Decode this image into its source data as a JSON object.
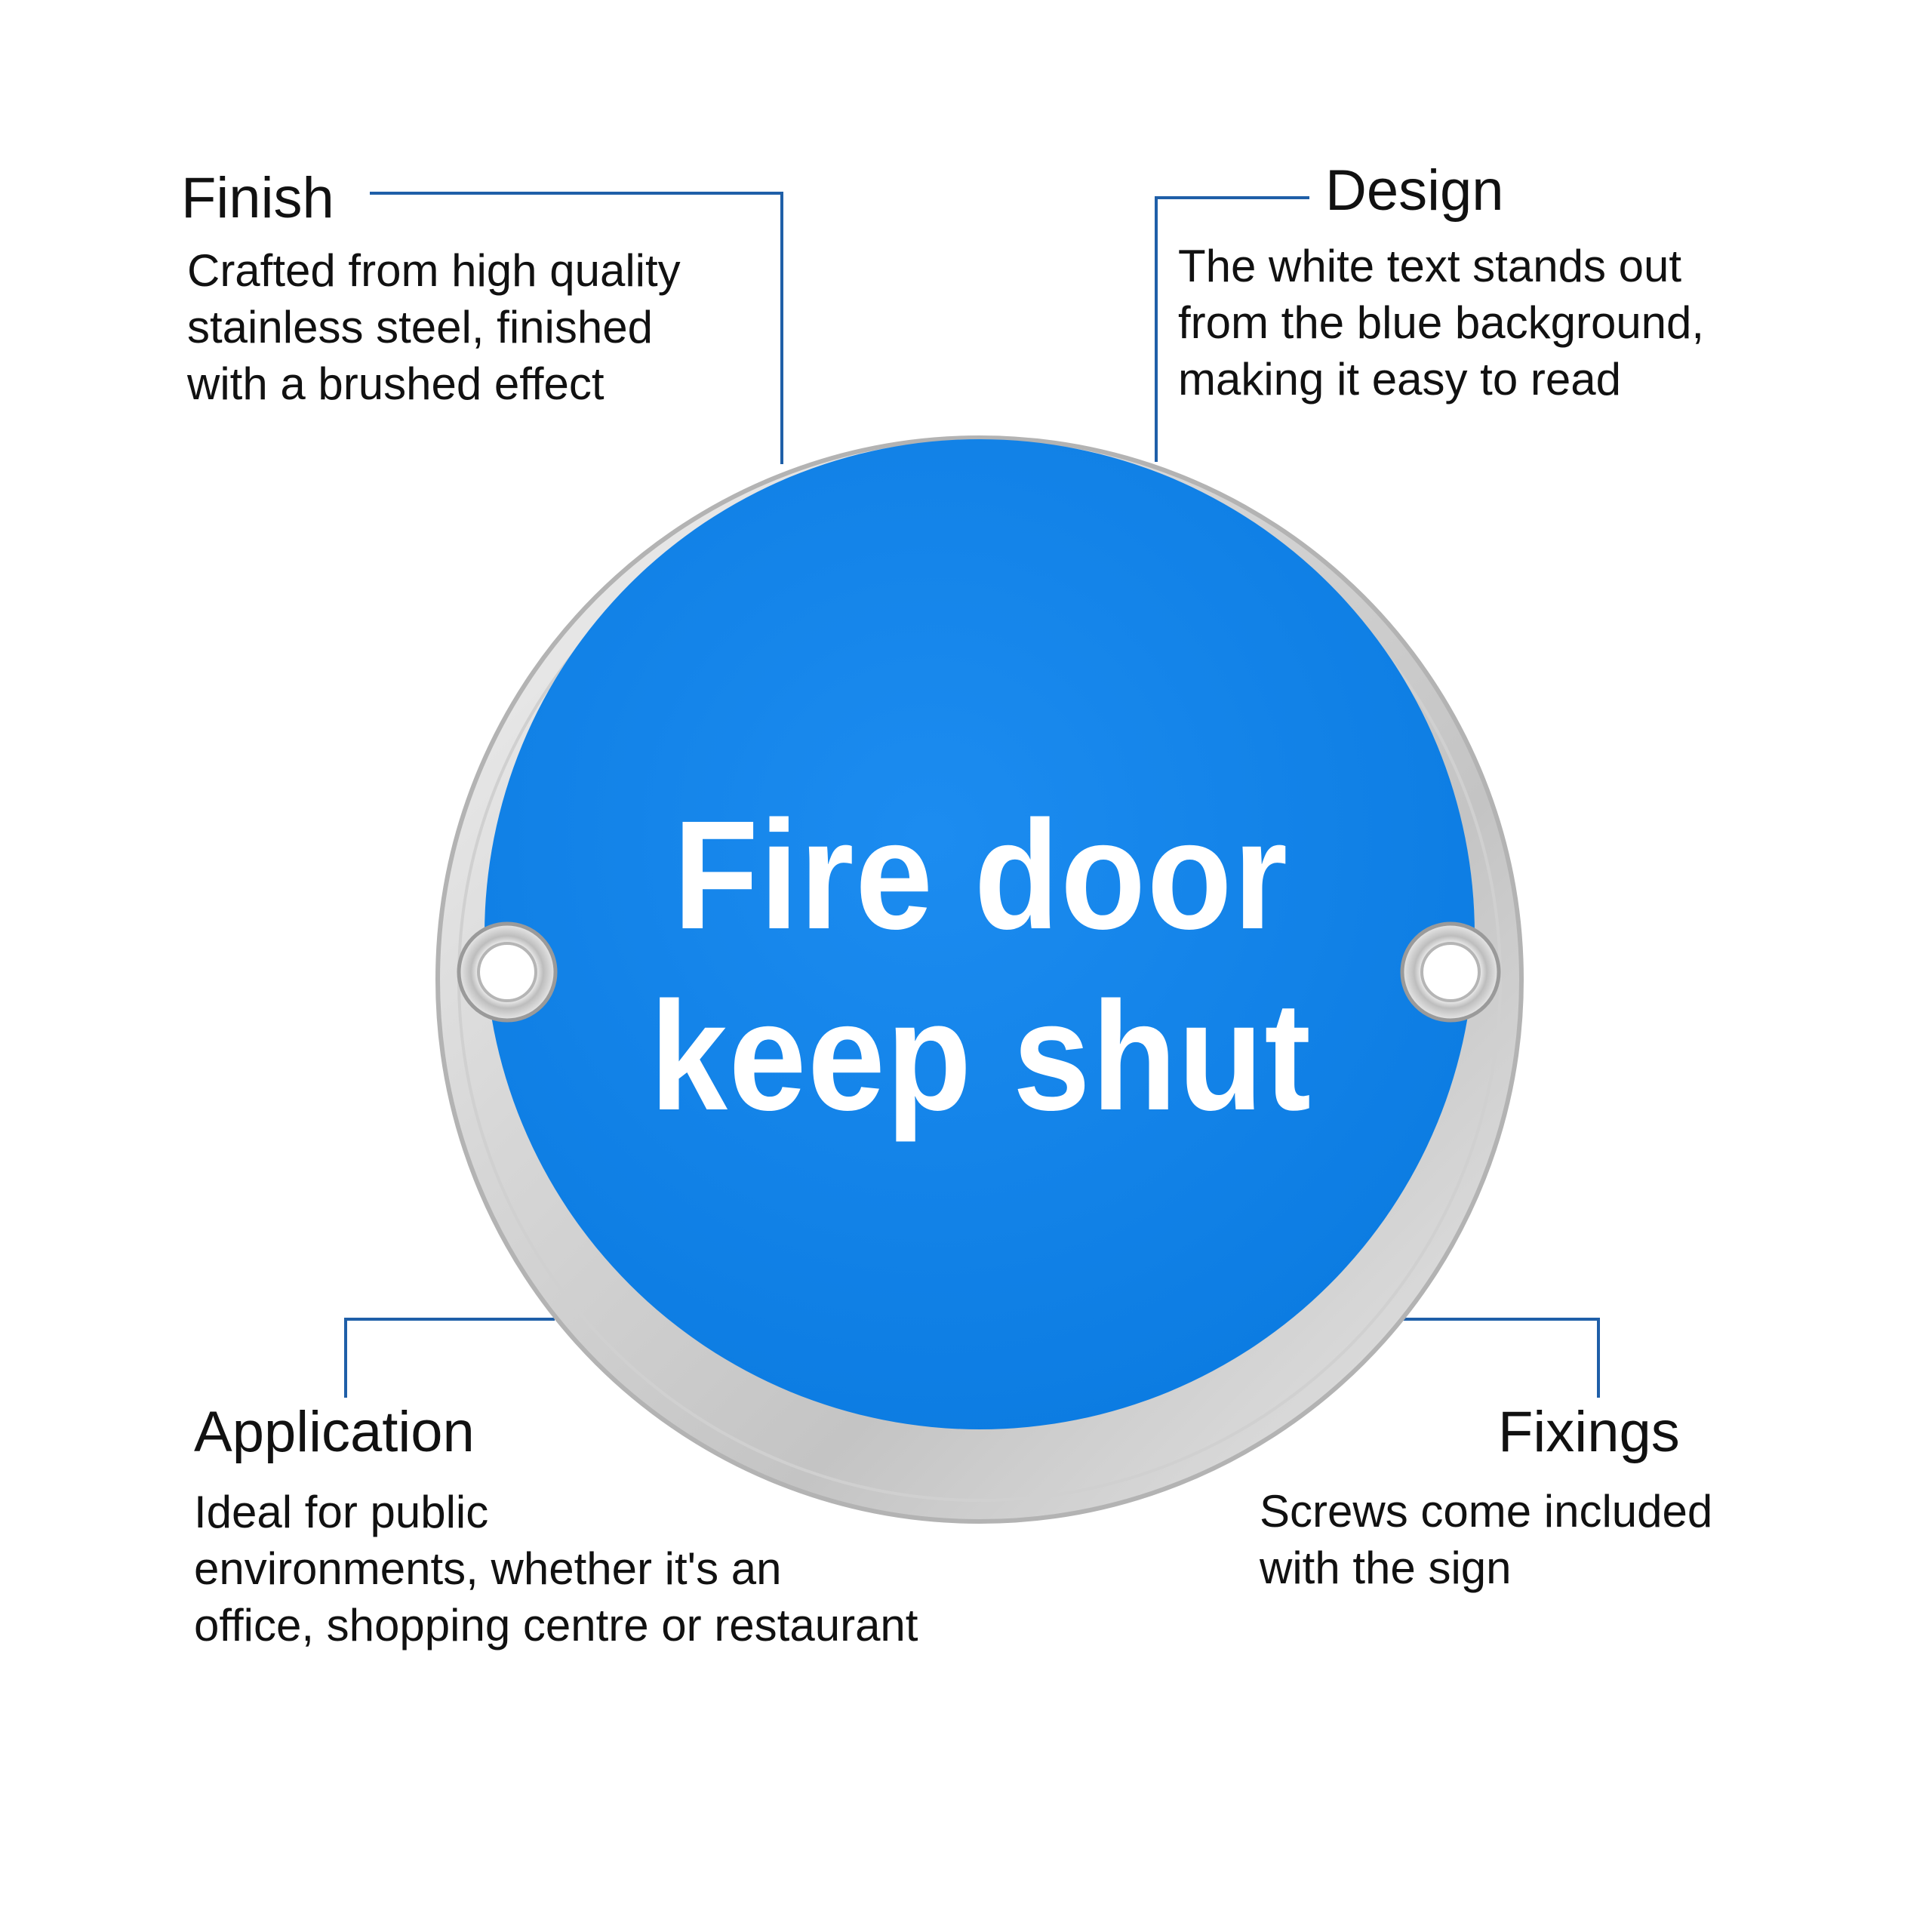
{
  "colors": {
    "background": "#ffffff",
    "leader_line": "#1f5fa8",
    "sign_blue": "#1183e8",
    "sign_text": "#ffffff",
    "steel_light": "#e6e6e6",
    "steel_dark": "#a8a8a8"
  },
  "sign": {
    "line1": "Fire door",
    "line2": "keep shut",
    "left_hole_icon": "screw-hole-icon",
    "right_hole_icon": "screw-hole-icon"
  },
  "callouts": {
    "finish": {
      "title": "Finish",
      "lines": [
        "Crafted from high quality",
        "stainless steel, finished",
        "with a brushed effect"
      ]
    },
    "design": {
      "title": "Design",
      "lines": [
        "The white text stands out",
        "from the blue background,",
        "making it easy to read"
      ]
    },
    "application": {
      "title": "Application",
      "lines": [
        "Ideal for public",
        "environments, whether it's an",
        "office, shopping centre or restaurant"
      ]
    },
    "fixings": {
      "title": "Fixings",
      "lines": [
        "Screws come included",
        "with the sign"
      ]
    }
  }
}
